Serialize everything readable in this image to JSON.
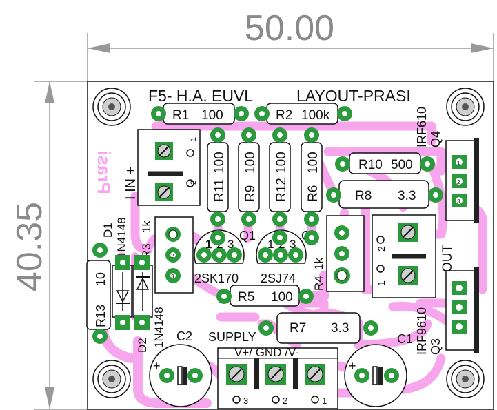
{
  "dimensions": {
    "width": "50.00",
    "height": "40.35"
  },
  "board": {
    "title": "F5- H.A. EUVL",
    "subtitle": "LAYOUT-PRASI",
    "mirror_text": "Prasi",
    "supply_label": "SUPPLY",
    "supply_pins": "V+/ GND /V-",
    "input_label": "I  IN  +",
    "out_label": "OUT"
  },
  "resistors": [
    {
      "ref": "R1",
      "value": "100"
    },
    {
      "ref": "R2",
      "value": "100k"
    },
    {
      "ref": "R11",
      "value": "100"
    },
    {
      "ref": "R9",
      "value": "100"
    },
    {
      "ref": "R12",
      "value": "100"
    },
    {
      "ref": "R6",
      "value": "100"
    },
    {
      "ref": "R10",
      "value": "500"
    },
    {
      "ref": "R8",
      "value": "3.3"
    },
    {
      "ref": "R3",
      "value": "1k"
    },
    {
      "ref": "R4",
      "value": "1k"
    },
    {
      "ref": "R5",
      "value": "100"
    },
    {
      "ref": "R7",
      "value": "3.3"
    },
    {
      "ref": "R13",
      "value": "10"
    }
  ],
  "transistors": [
    {
      "ref": "Q1",
      "part": "2SK170"
    },
    {
      "ref": "Q2",
      "part": "2SJ74"
    },
    {
      "ref": "Q4",
      "part": "IRF610"
    },
    {
      "ref": "Q3",
      "part": "IRF9610"
    }
  ],
  "diodes": [
    {
      "ref": "D1",
      "part": "1N4148"
    },
    {
      "ref": "D2",
      "part": "1N4148"
    }
  ],
  "capacitors": [
    {
      "ref": "C2"
    },
    {
      "ref": "C1"
    }
  ],
  "pin_numbers": {
    "one": "1",
    "two": "2",
    "three": "3"
  },
  "colors": {
    "trace": "#f7a6ee",
    "pad": "#2a9a3c",
    "silkscreen": "#111111",
    "dimension": "#8a8a8a"
  }
}
